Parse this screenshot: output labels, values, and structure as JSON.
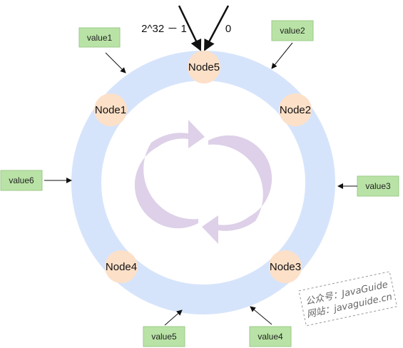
{
  "ring_labels": {
    "max": "2^32 － 1",
    "zero": "0"
  },
  "nodes": [
    {
      "id": "node5",
      "label": "Node5"
    },
    {
      "id": "node1",
      "label": "Node1"
    },
    {
      "id": "node2",
      "label": "Node2"
    },
    {
      "id": "node4",
      "label": "Node4"
    },
    {
      "id": "node3",
      "label": "Node3"
    }
  ],
  "values": [
    {
      "id": "value1",
      "label": "value1"
    },
    {
      "id": "value2",
      "label": "value2"
    },
    {
      "id": "value3",
      "label": "value3"
    },
    {
      "id": "value4",
      "label": "value4"
    },
    {
      "id": "value5",
      "label": "value5"
    },
    {
      "id": "value6",
      "label": "value6"
    }
  ],
  "watermark": {
    "line1": "公众号：JavaGuide",
    "line2": "网站：javaguide.cn"
  },
  "colors": {
    "ring": "#d6e4fb",
    "node_fill": "#fde0c8",
    "value_fill": "#b9e3a6",
    "value_stroke": "#9cc98a",
    "cycle_arrow": "#ddd0e8"
  }
}
